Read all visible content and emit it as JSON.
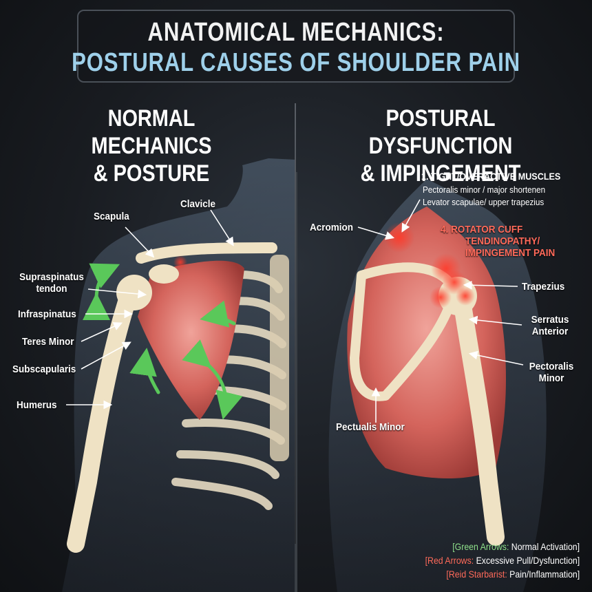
{
  "title": {
    "line1": "ANATOMICAL MECHANICS:",
    "line2": "POSTURAL CAUSES OF SHOULDER PAIN"
  },
  "left_panel": {
    "heading_line1": "NORMAL MECHANICS",
    "heading_line2": "& POSTURE",
    "labels": {
      "clavicle": "Clavicle",
      "scapula": "Scapula",
      "supraspinatus_1": "Supraspinatus",
      "supraspinatus_2": "tendon",
      "infraspinatus": "Infraspinatus",
      "teres_minor": "Teres Minor",
      "subscapularis": "Subscapularis",
      "humerus": "Humerus"
    }
  },
  "right_panel": {
    "heading_line1": "POSTURAL DYSFUNCTION",
    "heading_line2": "& IMPINGEMENT",
    "callout1_title": "1. TIGHT/OVERACTIVE MUSCLES",
    "callout1_line1": "Pectoralis minor  / major shortenen",
    "callout1_line2": "Levator scapulae/ upper trapezius",
    "callout4_line1": "4. ROTATOR CUFF",
    "callout4_line2": "TENDINOPATHY/",
    "callout4_line3": "IMPINGEMENT PAIN",
    "labels": {
      "acromion": "Acromion",
      "trapezius": "Trapezius",
      "serratus_1": "Serratus",
      "serratus_2": "Anterior",
      "pectoralis_1": "Pectoralis",
      "pectoralis_2": "Minor",
      "pectualis_minor": "Pectualis Minor"
    }
  },
  "legend": {
    "green_key": "[Green Arrows:",
    "green_val": " Normal Activation]",
    "red_key": "[Red Arrows:",
    "red_val": " Excessive Pull/Dysfunction]",
    "star_key": "[Reid Starbarist:",
    "star_val": " Pain/Inflammation]"
  },
  "colors": {
    "green": "#8fe08a",
    "red": "#ff6a5a",
    "bone": "#efe2c4",
    "muscle": "#d9736c",
    "title_blue": "#9ed0ea"
  }
}
